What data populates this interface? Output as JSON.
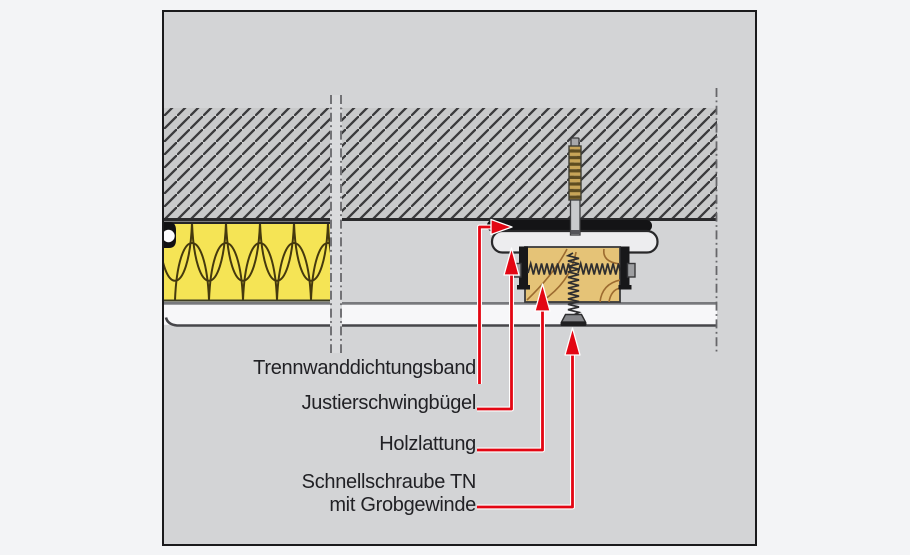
{
  "figure": {
    "type": "construction-detail-diagram",
    "language": "de",
    "description": "Section detail of a wooden batten ceiling fixing under a concrete slab",
    "callouts": [
      {
        "label": "Trennwanddichtungsband"
      },
      {
        "label": "Justierschwingbügel"
      },
      {
        "label": "Holzlattung"
      },
      {
        "label": "Schnellschraube TN",
        "label_line2": "mit Grobgewinde"
      }
    ],
    "colors": {
      "leader_red": "#e30613",
      "insulation_yellow": "#f5e455",
      "wood_tan": "#e5c377",
      "concrete_gray": "#c9cacb",
      "hatch_line": "#3a3a3c",
      "board_white": "#f7f7f9",
      "sealing_tape_black": "#141416",
      "metal_gray": "#c9cacc",
      "thread_gold": "#c8a558",
      "label_text": "#212125",
      "frame_border": "#1a1a1c",
      "drawing_background": "#d3d4d6",
      "page_background": "#f3f4f6"
    }
  }
}
